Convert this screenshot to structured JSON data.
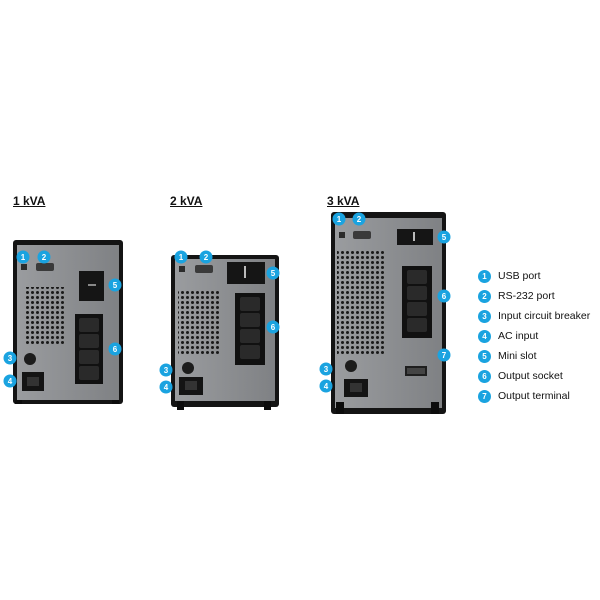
{
  "colors": {
    "badge": "#1aa3e0",
    "panel": "#8d8f92",
    "frame": "#141414"
  },
  "models": [
    {
      "title": "1 kVA"
    },
    {
      "title": "2 kVA"
    },
    {
      "title": "3 kVA"
    }
  ],
  "legend": [
    {
      "num": "1",
      "label": "USB port",
      "icon": "usb-port-icon"
    },
    {
      "num": "2",
      "label": "RS-232 port",
      "icon": "serial-port-icon"
    },
    {
      "num": "3",
      "label": "Input circuit breaker",
      "icon": "breaker-icon"
    },
    {
      "num": "4",
      "label": "AC input",
      "icon": "ac-inlet-icon"
    },
    {
      "num": "5",
      "label": "Mini slot",
      "icon": "slot-icon"
    },
    {
      "num": "6",
      "label": "Output socket",
      "icon": "socket-icon"
    },
    {
      "num": "7",
      "label": "Output terminal",
      "icon": "terminal-icon"
    }
  ]
}
